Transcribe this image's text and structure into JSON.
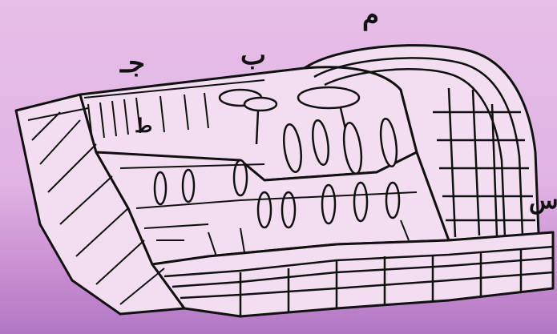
{
  "labels": {
    "alif": "م",
    "baa": "ب",
    "jeem": "جـ",
    "daal": "ط",
    "seen": "س"
  },
  "colors": {
    "background": "#e2b6e4",
    "ink": "#111111",
    "paper": "#f2dcf0"
  }
}
